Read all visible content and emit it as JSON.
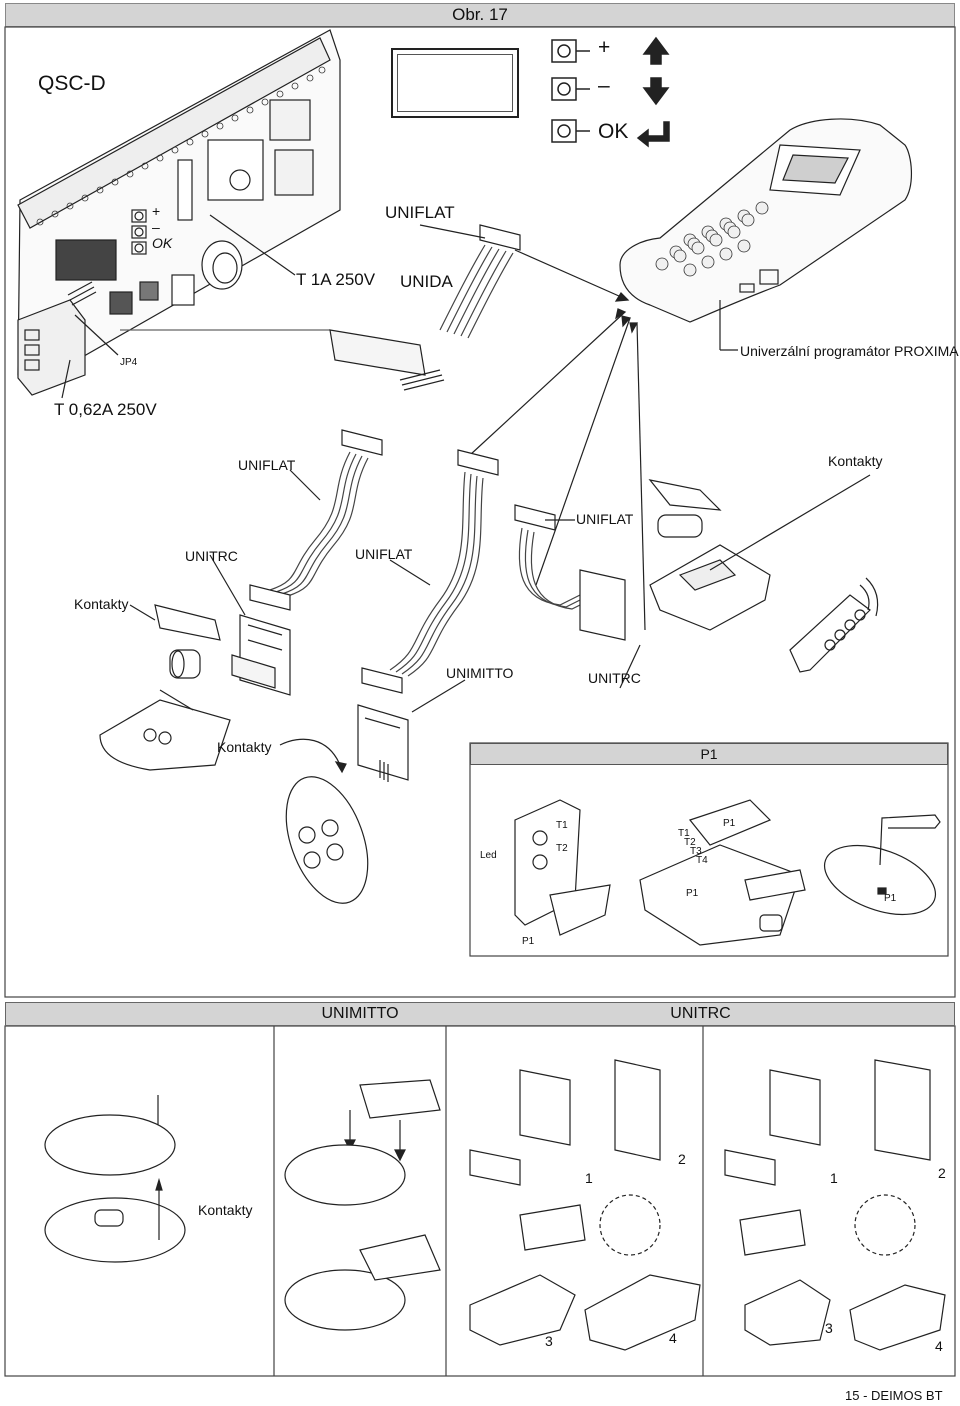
{
  "header": {
    "title": "Obr. 17"
  },
  "board": {
    "title": "QSC-D",
    "fuse_main": "T 1A 250V",
    "fuse_aux": "T 0,62A 250V",
    "jumper": "JP4",
    "key_plus": "+",
    "key_minus": "–",
    "key_ok": "OK"
  },
  "keys": {
    "plus": "+",
    "minus": "–",
    "ok": "OK"
  },
  "programmer": {
    "label": "Univerzální programátor PROXIMA"
  },
  "labels": {
    "uniflat_top": "UNIFLAT",
    "unida": "UNIDA",
    "uniflat_left": "UNIFLAT",
    "kontakty_right": "Kontakty",
    "uniflat_mid_right": "UNIFLAT",
    "unitrc_left": "UNITRC",
    "uniflat_mid": "UNIFLAT",
    "kontakty_left": "Kontakty",
    "unimitto": "UNIMITTO",
    "unitrc_right": "UNITRC",
    "kontakty_bottom": "Kontakty"
  },
  "p1_section": {
    "title": "P1",
    "led": "Led",
    "t1": "T1",
    "t2": "T2",
    "p1_a": "P1",
    "p1_b": "P1",
    "p1_c": "P1",
    "p1_d": "P1",
    "t1b": "T1",
    "t2b": "T2",
    "t3b": "T3",
    "t4b": "T4"
  },
  "bottom": {
    "unimitto": "UNIMITTO",
    "unitrc": "UNITRC",
    "kontakty": "Kontakty",
    "steps": [
      "1",
      "2",
      "3",
      "4",
      "1",
      "2",
      "3",
      "4"
    ]
  },
  "footer": {
    "page": "15 - DEIMOS BT"
  }
}
